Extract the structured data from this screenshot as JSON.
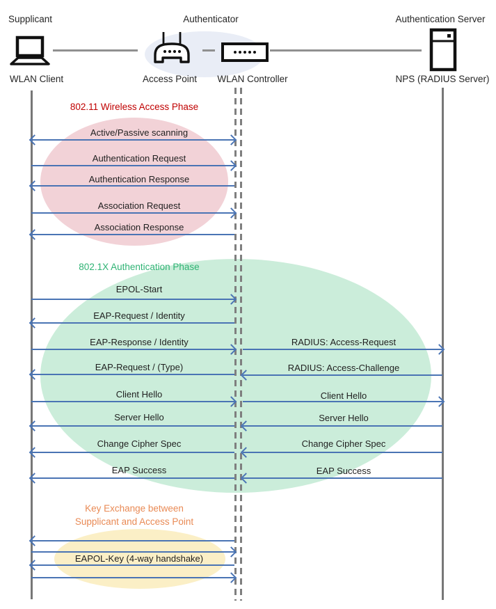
{
  "header": {
    "roles": [
      {
        "label": "Supplicant"
      },
      {
        "label": "Authenticator"
      },
      {
        "label": "Authentication Server"
      }
    ],
    "nodes": [
      {
        "label": "WLAN Client",
        "icon": "laptop-icon"
      },
      {
        "label": "Access Point",
        "icon": "access-point-icon"
      },
      {
        "label": "WLAN Controller",
        "icon": "wlan-controller-icon"
      },
      {
        "label": "NPS (RADIUS Server)",
        "icon": "server-icon"
      }
    ]
  },
  "phases": [
    {
      "title": "802.11 Wireless Access Phase",
      "title_color": "#C00000",
      "ellipse_color": "#F2D2D7"
    },
    {
      "title": "802.1X Authentication Phase",
      "title_color": "#2FB374",
      "ellipse_color": "#CBEDDA"
    },
    {
      "title_line1": "Key Exchange between",
      "title_line2": "Supplicant and Access Point",
      "title_color": "#E98A55",
      "ellipse_color": "#FBEFC6"
    }
  ],
  "sequence": {
    "left_messages": [
      {
        "label": "Active/Passive scanning",
        "direction": "both"
      },
      {
        "label": "Authentication Request",
        "direction": "right"
      },
      {
        "label": "Authentication Response",
        "direction": "left"
      },
      {
        "label": "Association Request",
        "direction": "right"
      },
      {
        "label": "Association Response",
        "direction": "left"
      },
      {
        "label": "EPOL-Start",
        "direction": "right"
      },
      {
        "label": "EAP-Request / Identity",
        "direction": "left"
      },
      {
        "label": "EAP-Response / Identity",
        "direction": "right"
      },
      {
        "label": "EAP-Request / (Type)",
        "direction": "left"
      },
      {
        "label": "Client Hello",
        "direction": "right"
      },
      {
        "label": "Server Hello",
        "direction": "left"
      },
      {
        "label": "Change Cipher Spec",
        "direction": "left"
      },
      {
        "label": "EAP Success",
        "direction": "left"
      },
      {
        "label": "",
        "direction": "left"
      },
      {
        "label": "",
        "direction": "right"
      },
      {
        "label": "EAPOL-Key (4-way handshake)",
        "direction": "left"
      },
      {
        "label": "",
        "direction": "right"
      }
    ],
    "right_messages": [
      {
        "label": "RADIUS: Access-Request",
        "direction": "right"
      },
      {
        "label": "RADIUS: Access-Challenge",
        "direction": "left"
      },
      {
        "label": "Client Hello",
        "direction": "right"
      },
      {
        "label": "Server Hello",
        "direction": "left"
      },
      {
        "label": "Change Cipher Spec",
        "direction": "left"
      },
      {
        "label": "EAP Success",
        "direction": "left"
      }
    ]
  },
  "colors": {
    "arrow": "#4A74B4",
    "lifeline": "#777777",
    "connector": "#909090",
    "header_ellipse": "#E9EDF6"
  }
}
